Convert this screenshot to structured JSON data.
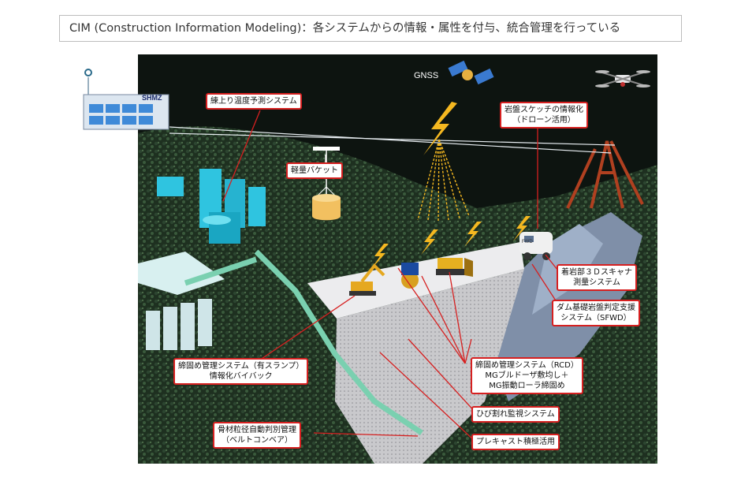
{
  "title": "CIM (Construction Information Modeling)：各システムからの情報・属性を付与、統合管理を行っている",
  "gnss_label": "GNSS",
  "building_logo": "SHMZ",
  "vehicle_tag": "FWD",
  "labels": {
    "temperature": "練上り温度予測システム",
    "bucket": "軽量バケット",
    "drone_line1": "岩盤スケッチの情報化",
    "drone_line2": "（ドローン活用）",
    "scanner_line1": "着岩部３Ｄスキャナ",
    "scanner_line2": "測量システム",
    "dam_line1": "ダム基礎岩盤判定支援",
    "dam_line2": "システム（SFWD）",
    "compaction_slump_line1": "締固め管理システム（有スランプ）",
    "compaction_slump_line2": "情報化バイバック",
    "compaction_rcd_line1": "締固め管理システム（RCD）",
    "compaction_rcd_line2": "MGブルドーザ敷均し＋",
    "compaction_rcd_line3": "MG振動ローラ締固め",
    "crack": "ひび割れ監視システム",
    "aggregate_line1": "骨材粒径自動判別管理",
    "aggregate_line2": "（ベルトコンベア）",
    "precast": "プレキャスト積極活用"
  },
  "colors": {
    "label_border": "#d62020",
    "leader_line": "#d62020",
    "scene_background": "#0d1410",
    "silo": "#2fc4e0",
    "crane": "#b04020",
    "bucket": "#f2c060",
    "signal": "#f5b820"
  }
}
